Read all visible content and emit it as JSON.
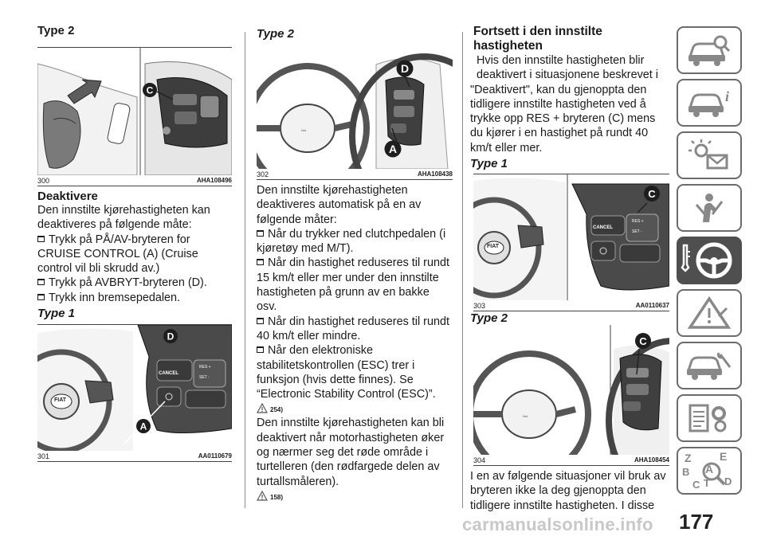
{
  "col1": {
    "heading_type2": "Type 2",
    "fig300": {
      "num": "300",
      "code": "AHA108496"
    },
    "heading_deaktivere": "Deaktivere",
    "intro": "Den innstilte kjørehastigheten kan deaktiveres på følgende måte:",
    "bullets": [
      "Trykk på PÅ/AV-bryteren for CRUISE CONTROL (A) (Cruise control vil bli skrudd av.)",
      "Trykk på AVBRYT-bryteren (D).",
      "Trykk inn bremsepedalen."
    ],
    "heading_type1": "Type 1",
    "fig301": {
      "num": "301",
      "code": "AA0110679"
    }
  },
  "col2": {
    "heading_type2": "Type 2",
    "fig302": {
      "num": "302",
      "code": "AHA108438"
    },
    "intro": "Den innstilte kjørehastigheten deaktiveres automatisk på en av følgende måter:",
    "bullets": [
      "Når du trykker ned clutchpedalen (i kjøretøy med M/T).",
      "Når din hastighet reduseres til rundt 15 km/t eller mer under den innstilte hastigheten på grunn av en bakke osv.",
      "Når din hastighet reduseres til rundt 40 km/t eller mindre.",
      "Når den elektroniske stabilitetskontrollen (ESC) trer i funksjon (hvis dette finnes). Se “Electronic Stability Control (ESC)”."
    ],
    "warn1": "254)",
    "para2": "Den innstilte kjørehastigheten kan bli deaktivert når motorhastigheten øker og nærmer seg det røde område i turtelleren (den rødfargede delen av turtallsmåleren).",
    "warn2": "158)"
  },
  "col3": {
    "heading": "Fortsett i den innstilte hastigheten",
    "indent_text": "Hvis den innstilte hastigheten blir deaktivert i situasjonene beskrevet i",
    "para": "\"Deaktivert\", kan du gjenoppta den tidligere innstilte hastigheten ved å trykke opp RES + bryteren (C) mens du kjører i en hastighet på rundt 40 km/t eller mer.",
    "heading_type1": "Type 1",
    "fig303": {
      "num": "303",
      "code": "AA0110637"
    },
    "heading_type2": "Type 2",
    "fig304": {
      "num": "304",
      "code": "AHA108454"
    },
    "para_end": "I en av følgende situasjoner vil bruk av bryteren ikke la deg gjenoppta den tidligere innstilte hastigheten. I disse"
  },
  "figure_labels": {
    "a": "A",
    "c": "C",
    "d": "D",
    "cancel": "CANCEL",
    "res": "RES +",
    "set": "SET -",
    "brand": "FIAT"
  },
  "sidebar": {
    "icons": [
      "car-search-icon",
      "car-info-icon",
      "lights-message-icon",
      "airbag-seat-icon",
      "key-steering-wheel-icon",
      "warning-triangle-icon",
      "car-wrench-icon",
      "specs-gear-icon",
      "index-search-icon"
    ],
    "active_index": 4,
    "index_letters": [
      "Z",
      "E",
      "A",
      "B",
      "C",
      "T",
      "D"
    ]
  },
  "page_number": "177",
  "watermark": "carmanualsonline.info",
  "colors": {
    "callout": "#1e1e1e",
    "sidebar_border": "#6b6b6b",
    "sidebar_active": "#4f4f4f"
  }
}
